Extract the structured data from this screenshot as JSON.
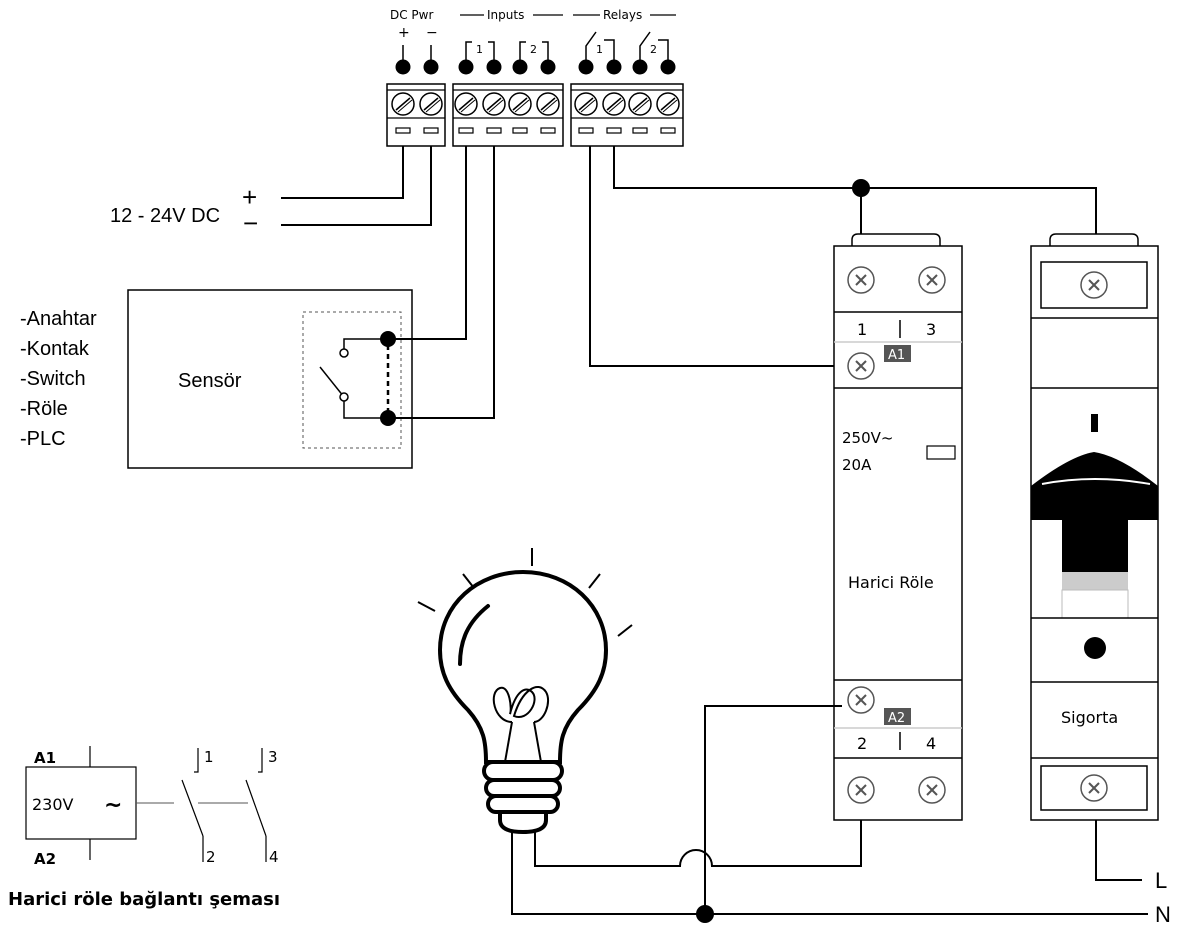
{
  "terminal_block": {
    "dc_pwr_label": "DC Pwr",
    "plus_sign": "+",
    "minus_sign": "−",
    "inputs_label": "Inputs",
    "relays_label": "Relays",
    "channel_1": "1",
    "channel_2": "2"
  },
  "power_supply": {
    "label": "12 - 24V DC",
    "plus": "+",
    "minus": "−"
  },
  "sensor": {
    "title": "Sensör",
    "types": [
      "-Anahtar",
      "-Kontak",
      "-Switch",
      "-Röle",
      "-PLC"
    ]
  },
  "external_relay": {
    "terminal_1": "1",
    "terminal_3": "3",
    "terminal_a1": "A1",
    "rating_voltage": "250V~",
    "rating_current": "20A",
    "name": "Harici Röle",
    "terminal_a2": "A2",
    "terminal_2": "2",
    "terminal_4": "4"
  },
  "fuse": {
    "name": "Sigorta"
  },
  "lines": {
    "line": "L",
    "neutral": "N"
  },
  "schematic": {
    "a1": "A1",
    "a2": "A2",
    "coil_voltage": "230V",
    "tilde": "~",
    "contact_1": "1",
    "contact_2": "2",
    "contact_3": "3",
    "contact_4": "4",
    "caption": "Harici röle bağlantı şeması"
  }
}
